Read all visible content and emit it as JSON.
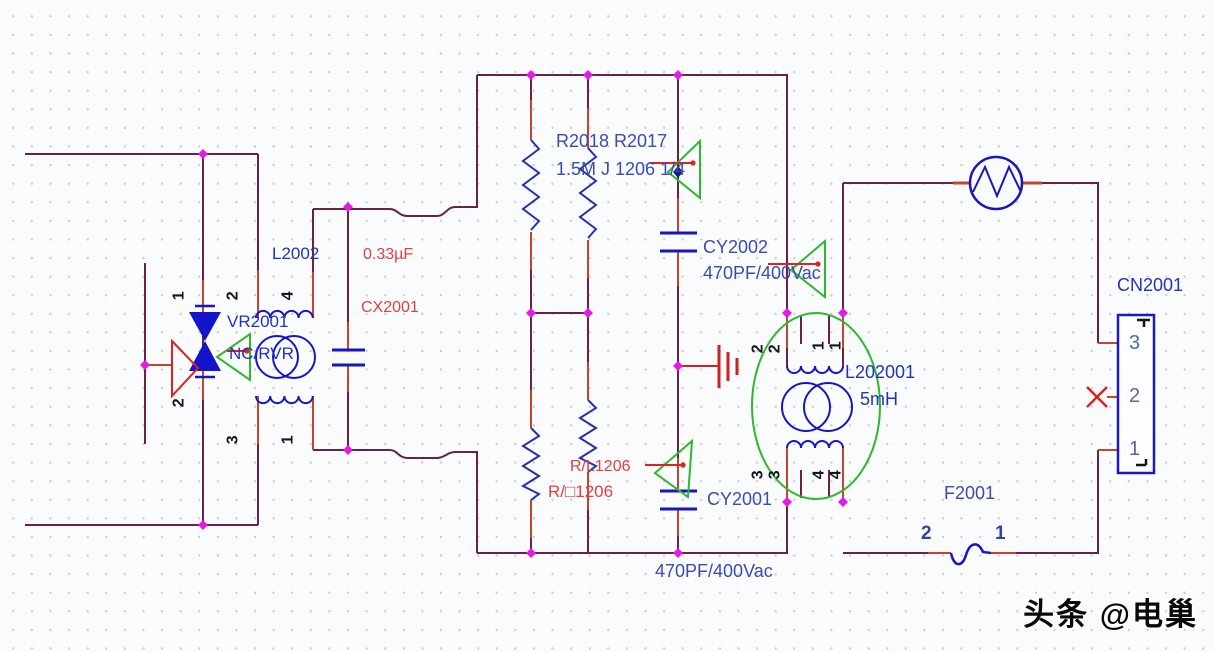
{
  "colors": {
    "wire": "#6b2048",
    "pin_stub": "#c8432e",
    "symbol_blue": "#1717c0",
    "label_blue": "#3a4cae",
    "label_red": "#e04040",
    "marker_green": "#2db82d",
    "junction_magenta": "#e61ae6",
    "ground_red": "#cc2222"
  },
  "components": {
    "vr2001": {
      "ref": "VR2001",
      "value": "NC/RVR",
      "pin_top": "1",
      "pin_bottom": "2"
    },
    "l2002": {
      "ref": "L2002",
      "pin_2": "2",
      "pin_4": "4",
      "pin_3": "3",
      "pin_1": "1"
    },
    "cx2001": {
      "ref": "CX2001",
      "value": "0.33µF"
    },
    "r_divider_top": {
      "refs": "R2018 R2017",
      "value": "1.5M J 1206 1/4"
    },
    "r_lower_left": {
      "ref": "R/L1206"
    },
    "r_lower_right": {
      "ref": "R/□1206"
    },
    "cy2002": {
      "ref": "CY2002",
      "value": "470PF/400Vac"
    },
    "cy2001": {
      "ref": "CY2001",
      "value": "470PF/400Vac"
    },
    "l2001": {
      "ref": "L202001",
      "value": "5mH",
      "pin_2": "2",
      "pin_1": "1",
      "pin_3": "3",
      "pin_4": "4"
    },
    "f2001": {
      "ref": "F2001",
      "pin_left": "2",
      "pin_right": "1"
    },
    "cn2001": {
      "ref": "CN2001",
      "pin_3": "3",
      "pin_2": "2",
      "pin_1": "1"
    }
  },
  "watermark": {
    "text": "头条 @电巢"
  }
}
